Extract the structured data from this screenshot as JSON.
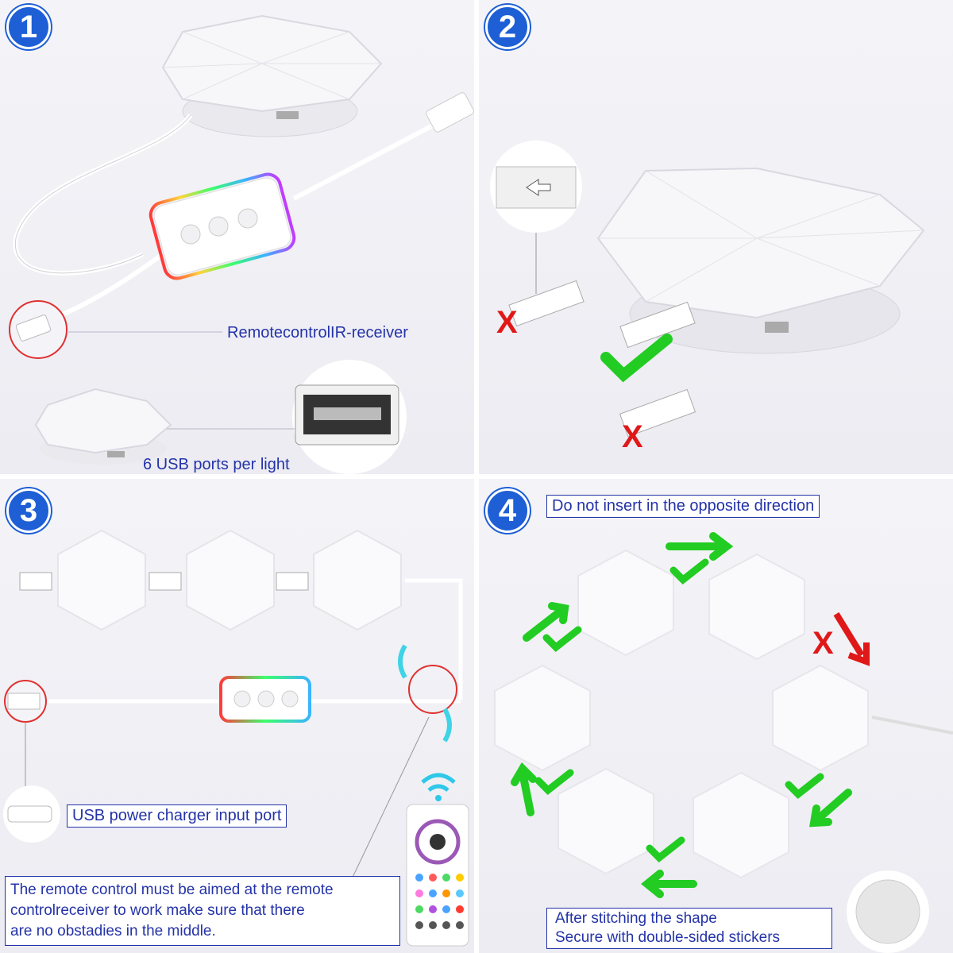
{
  "steps": [
    {
      "number": "1",
      "labels": {
        "receiver": "RemotecontrolIR-receiver",
        "ports": "6 USB ports per light"
      }
    },
    {
      "number": "2",
      "marks": {
        "x": "X",
        "check": "✔"
      }
    },
    {
      "number": "3",
      "labels": {
        "usb_input": "USB power charger input port",
        "remote_note_1": "The remote control must be aimed at the remote",
        "remote_note_2": "controlreceiver to work make sure that there",
        "remote_note_3": "are no obstadies in the middle."
      }
    },
    {
      "number": "4",
      "labels": {
        "warning": "Do not insert in the opposite direction",
        "stitch_1": "After stitching the shape",
        "stitch_2": "Secure with double-sided stickers"
      }
    }
  ],
  "colors": {
    "accent": "#1e5fd6",
    "label_text": "#2433a8",
    "ok_green": "#22cc22",
    "bad_red": "#e01818"
  },
  "icons": [
    "hexagon-light-icon",
    "usb-plug-icon",
    "controller-icon",
    "remote-icon",
    "wifi-icon",
    "check-icon",
    "cross-icon",
    "arrow-icon",
    "sticker-icon"
  ]
}
